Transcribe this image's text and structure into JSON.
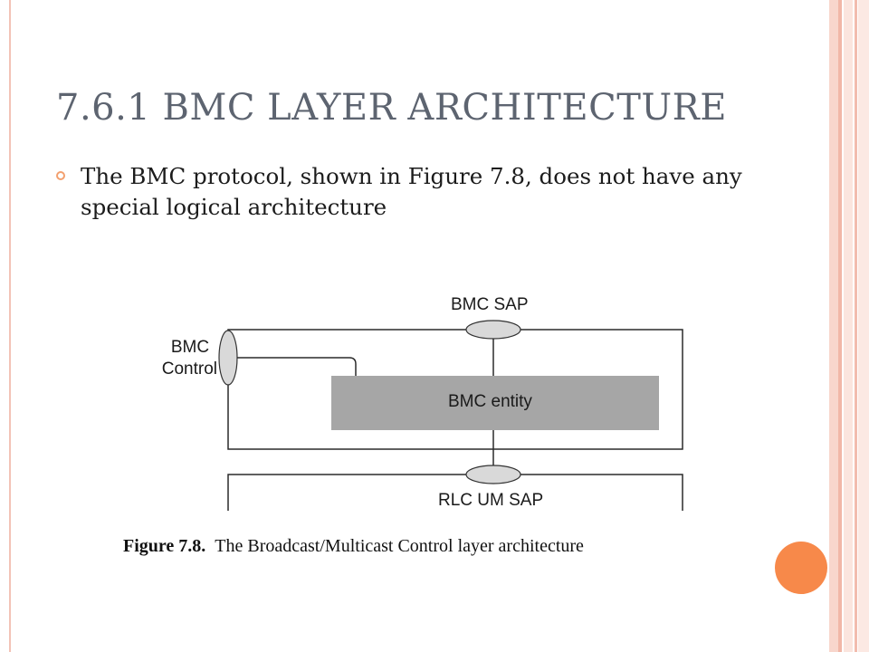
{
  "slide": {
    "title": "7.6.1 BMC LAYER ARCHITECTURE",
    "bullets": [
      "The BMC protocol, shown in Figure 7.8, does not have any special logical architecture"
    ]
  },
  "figure": {
    "labels": {
      "bmc_sap": "BMC SAP",
      "bmc_control_line1": "BMC",
      "bmc_control_line2": "Control",
      "bmc_entity": "BMC entity",
      "rlc_um_sap": "RLC UM SAP"
    },
    "caption_number": "Figure 7.8.",
    "caption_text": "The Broadcast/Multicast Control layer architecture"
  },
  "colors": {
    "accent_orange": "#f7894a",
    "entity_gray": "#a6a6a6",
    "title_gray": "#5d6470"
  }
}
